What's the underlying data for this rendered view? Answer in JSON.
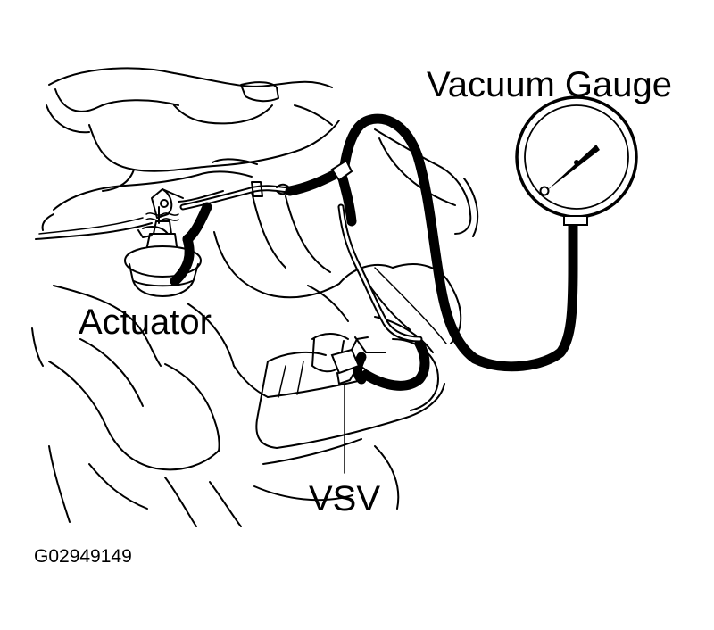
{
  "labels": {
    "vacuum_gauge": "Vacuum Gauge",
    "actuator": "Actuator",
    "vsv": "VSV",
    "figure_id": "G02949149"
  }
}
